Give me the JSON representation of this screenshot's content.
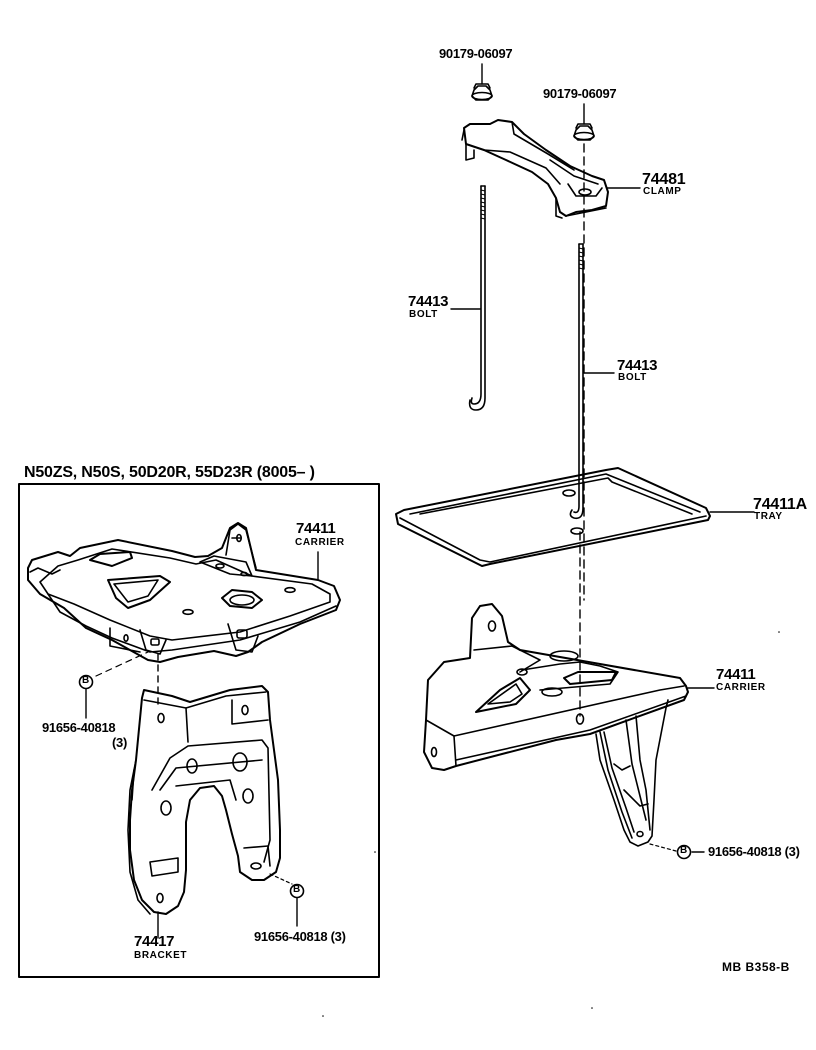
{
  "diagram": {
    "type": "exploded-parts-diagram",
    "subject": "Battery carrier, tray, clamp and hold-down bolts",
    "reference_code": "MB  B358-B",
    "inset": {
      "title": "N50ZS, N50S, 50D20R, 55D23R (8005–          )",
      "parts": [
        {
          "number": "74411",
          "name": "CARRIER"
        },
        {
          "number": "91656-40818",
          "qty": "(3)",
          "symbol": "B"
        },
        {
          "number": "74417",
          "name": "BRACKET"
        },
        {
          "number": "91656-40818 (3)",
          "symbol": "B"
        }
      ]
    },
    "main_parts": [
      {
        "number": "90179-06097",
        "name": "",
        "position": "nut-left"
      },
      {
        "number": "90179-06097",
        "name": "",
        "position": "nut-right"
      },
      {
        "number": "74481",
        "name": "CLAMP"
      },
      {
        "number": "74413",
        "name": "BOLT",
        "position": "left"
      },
      {
        "number": "74413",
        "name": "BOLT",
        "position": "right"
      },
      {
        "number": "74411A",
        "name": "TRAY"
      },
      {
        "number": "74411",
        "name": "CARRIER"
      },
      {
        "number": "91656-40818 (3)",
        "symbol": "B"
      }
    ],
    "symbol_legend": {
      "B": "circled B bolt marker"
    }
  }
}
